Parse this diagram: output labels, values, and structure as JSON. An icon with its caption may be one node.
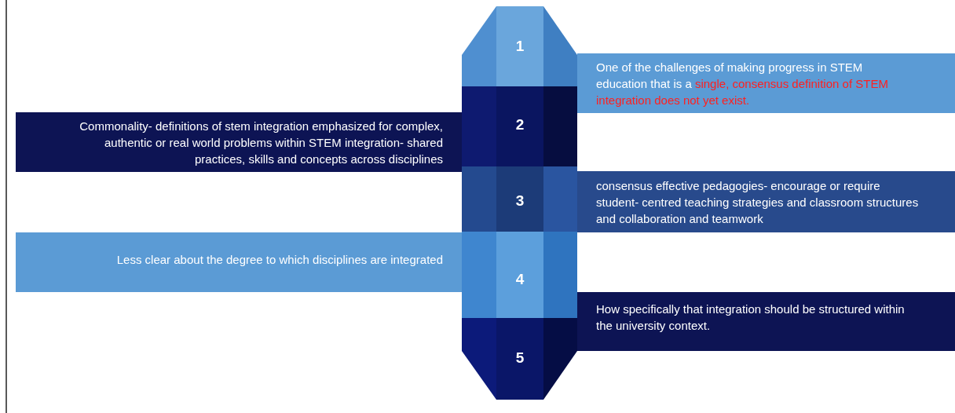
{
  "diagram": {
    "nodes": [
      {
        "text": [
          "1"
        ]
      },
      {
        "text": [
          "2"
        ]
      },
      {
        "text": [
          "3"
        ]
      },
      {
        "text": [
          "4"
        ]
      },
      {
        "text": [
          "5"
        ]
      },
      {
        "text": [
          "One of the challenges of making progress in STEM education that is a",
          "single, consensus definition of STEM integration does not yet exist."
        ]
      },
      {
        "text": [
          "Commonality- definitions of stem integration emphasized for complex, authentic or real world problems within STEM integration- shared practices, skills and concepts across disciplines"
        ]
      },
      {
        "text": [
          "consensus effective pedagogies- encourage or require student- centred teaching strategies and classroom structures and collaboration and teamwork"
        ]
      },
      {
        "text": [
          "Less clear about the degree to which disciplines are integrated"
        ]
      },
      {
        "text": [
          "How specifically that integration should be structured within the university context."
        ]
      }
    ],
    "edges": []
  }
}
